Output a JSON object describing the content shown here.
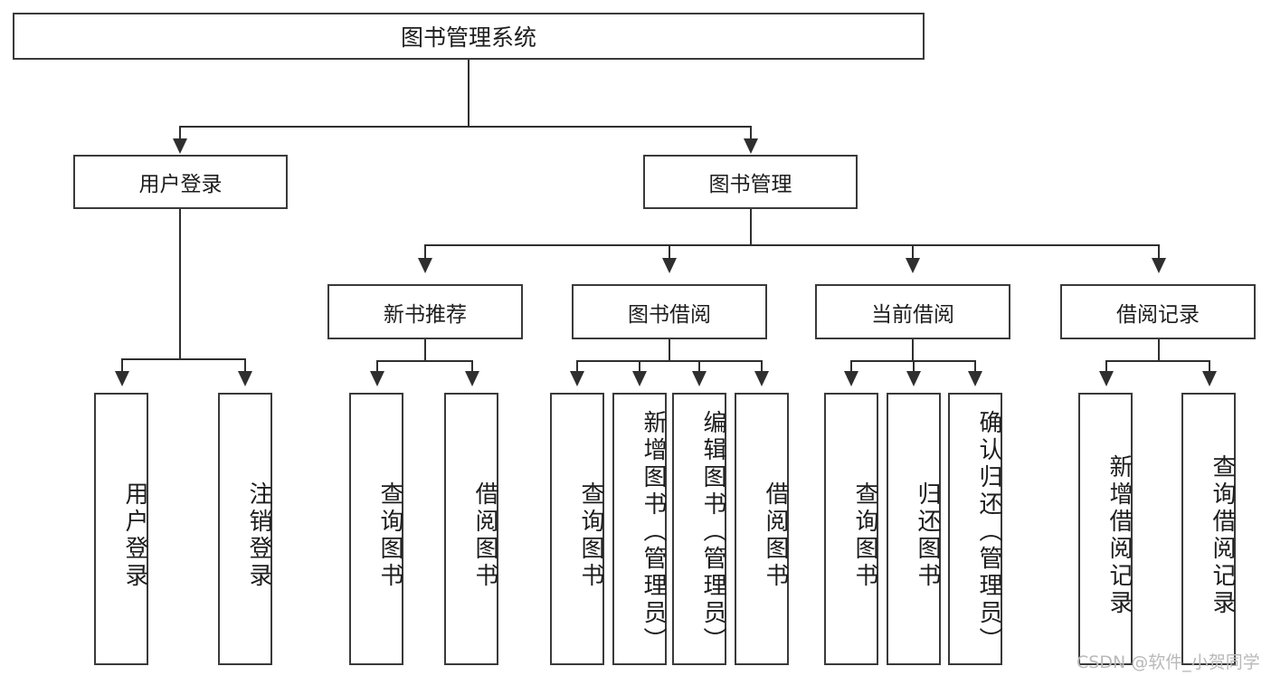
{
  "diagram": {
    "title": "图书管理系统",
    "type": "hierarchy-tree",
    "watermark": "CSDN @软件_小贺同学",
    "colors": {
      "box_border": "#3a3a3a",
      "connector": "#2f2f2f",
      "background": "#ffffff",
      "text": "#1d1d1d",
      "watermark": "#b9b9b9"
    }
  },
  "nodes": {
    "root": {
      "label": "图书管理系统"
    },
    "level2": [
      {
        "label": "用户登录"
      },
      {
        "label": "图书管理"
      }
    ],
    "level3": [
      {
        "label": "新书推荐"
      },
      {
        "label": "图书借阅"
      },
      {
        "label": "当前借阅"
      },
      {
        "label": "借阅记录"
      }
    ],
    "leaves": {
      "user_login": [
        {
          "label": "用户登录"
        },
        {
          "label": "注销登录"
        }
      ],
      "new_book_recommend": [
        {
          "label": "查询图书"
        },
        {
          "label": "借阅图书"
        }
      ],
      "book_borrow": [
        {
          "label": "查询图书"
        },
        {
          "label": "新增图书（管理员）"
        },
        {
          "label": "编辑图书（管理员）"
        },
        {
          "label": "借阅图书"
        }
      ],
      "current_borrow": [
        {
          "label": "查询图书"
        },
        {
          "label": "归还图书"
        },
        {
          "label": "确认归还（管理员）"
        }
      ],
      "borrow_record": [
        {
          "label": "新增借阅记录"
        },
        {
          "label": "查询借阅记录"
        }
      ]
    }
  }
}
